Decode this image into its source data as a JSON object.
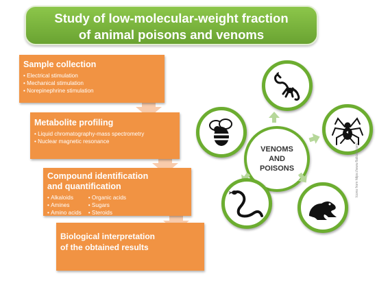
{
  "title": {
    "line1": "Study of low-molecular-weight fraction",
    "line2": "of animal poisons and venoms"
  },
  "steps": [
    {
      "title": "Sample collection",
      "items": [
        "Electrical stimulation",
        "Mechanical stimulation",
        "Norepinephrine stimulation"
      ]
    },
    {
      "title": "Metabolite profiling",
      "items": [
        "Liquid chromatography-mass spectrometry",
        "Nuclear magnetic resonance"
      ]
    },
    {
      "title_line1": "Compound identification",
      "title_line2": "and quantification",
      "col1": [
        "Alkaloids",
        "Amines",
        "Amino acids"
      ],
      "col2": [
        "Organic acids",
        "Sugars",
        "Steroids"
      ]
    },
    {
      "title_line1": "Biological interpretation",
      "title_line2": "of the obtained results"
    }
  ],
  "center": {
    "line1": "VENOMS",
    "line2": "AND",
    "line3": "POISONS"
  },
  "animals": [
    {
      "name": "scorpion",
      "icon": "scorpion-icon"
    },
    {
      "name": "spider",
      "icon": "spider-icon"
    },
    {
      "name": "frog",
      "icon": "frog-icon"
    },
    {
      "name": "snake",
      "icon": "snake-icon"
    },
    {
      "name": "bee",
      "icon": "bee-icon"
    }
  ],
  "credit": "Icons from https://www.flaticon.com/",
  "colors": {
    "title_green": "#7cb83e",
    "step_orange": "#f19343",
    "arrow_peach": "#f9cbab",
    "circle_green": "#6cad30",
    "small_arrow_green": "#b6d79a"
  }
}
